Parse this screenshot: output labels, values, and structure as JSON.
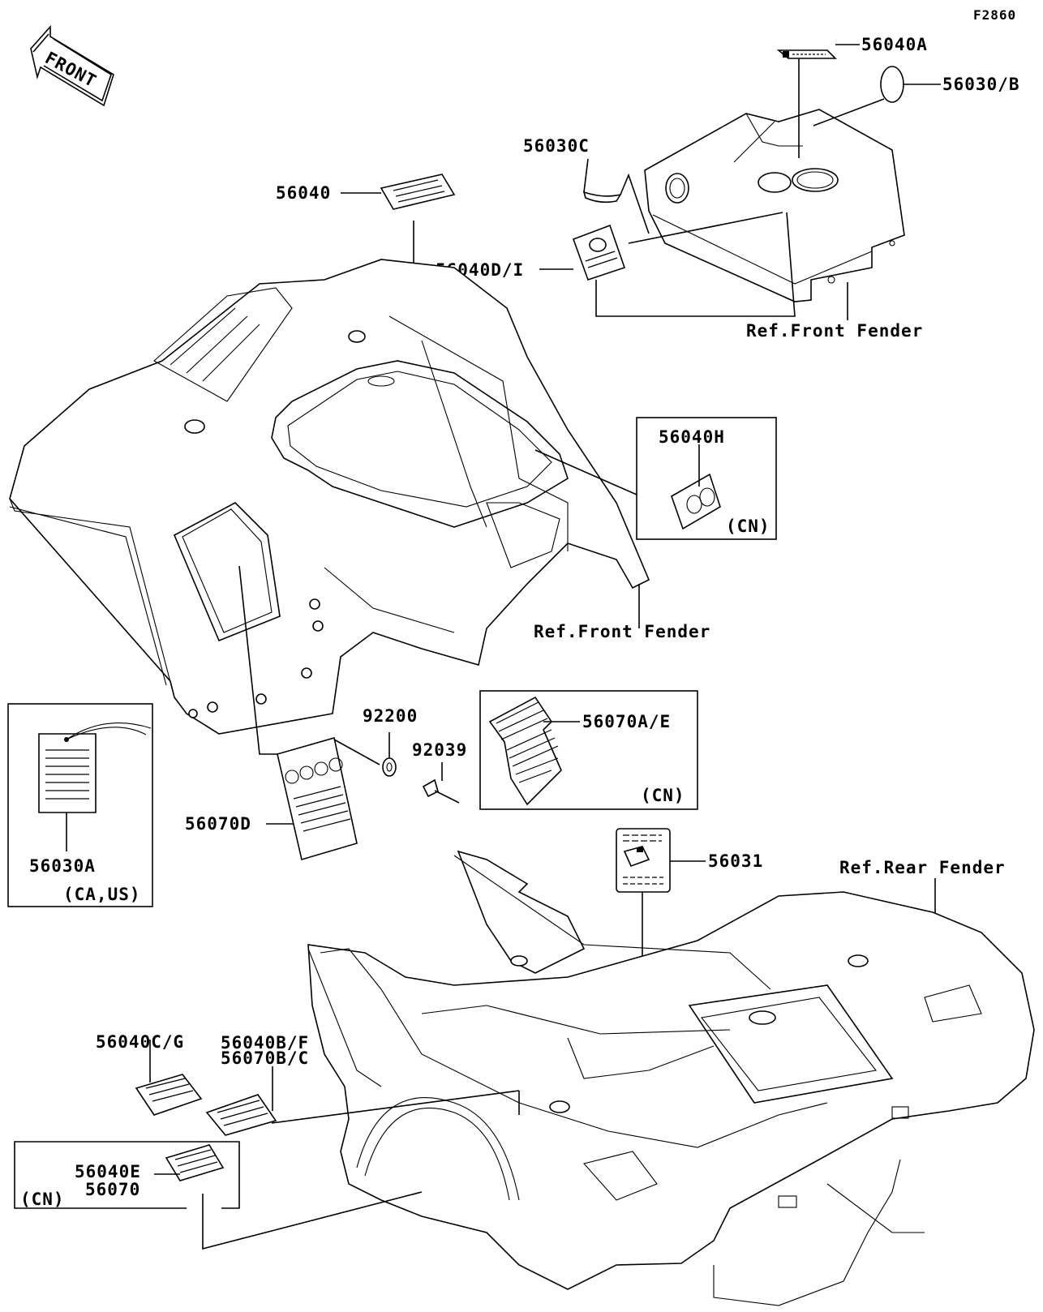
{
  "figure_code": "F2860",
  "front_marker": "FRONT",
  "callouts": {
    "p56040A": "56040A",
    "p56030B": "56030/B",
    "p56030C": "56030C",
    "p56040": "56040",
    "p56040DI": "56040D/I",
    "ref_front_fender_1": "Ref.Front Fender",
    "p56040H": "56040H",
    "cn_1": "(CN)",
    "ref_front_fender_2": "Ref.Front Fender",
    "p92200": "92200",
    "p92039": "92039",
    "p56070AE": "56070A/E",
    "cn_2": "(CN)",
    "p56070D": "56070D",
    "p56030A": "56030A",
    "ca_us": "(CA,US)",
    "p56031": "56031",
    "ref_rear_fender": "Ref.Rear Fender",
    "p56040CG": "56040C/G",
    "p56040BF": "56040B/F",
    "p56070BC": "56070B/C",
    "p56040E": "56040E",
    "p56070": "56070",
    "cn_3": "(CN)"
  }
}
